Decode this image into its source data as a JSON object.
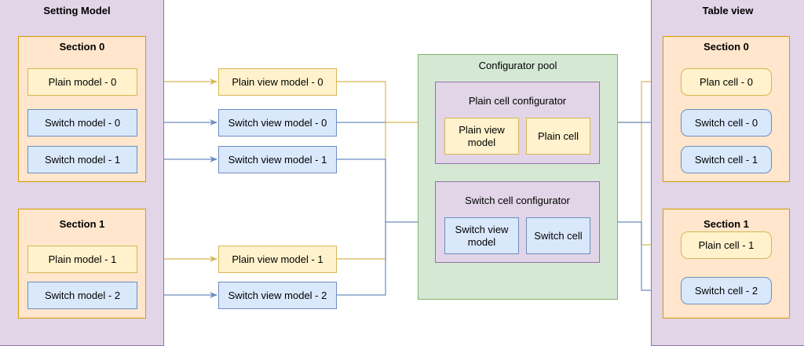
{
  "setting_model": {
    "title": "Setting Model",
    "section0": {
      "title": "Section 0",
      "items": [
        "Plain model - 0",
        "Switch model - 0",
        "Switch model - 1"
      ]
    },
    "section1": {
      "title": "Section 1",
      "items": [
        "Plain model - 1",
        "Switch model - 2"
      ]
    }
  },
  "view_models": [
    "Plain view model - 0",
    "Switch view model - 0",
    "Switch view model - 1",
    "Plain view model - 1",
    "Switch view model - 2"
  ],
  "configurator_pool": {
    "title": "Configurator pool",
    "plain": {
      "title": "Plain cell configurator",
      "view_model": "Plain view model",
      "cell": "Plain cell"
    },
    "switch": {
      "title": "Switch cell configurator",
      "view_model": "Switch view model",
      "cell": "Switch cell"
    }
  },
  "table_view": {
    "title": "Table view",
    "section0": {
      "title": "Section 0",
      "cells": [
        "Plan cell - 0",
        "Switch cell - 0",
        "Switch cell - 1"
      ]
    },
    "section1": {
      "title": "Section 1",
      "cells": [
        "Plain cell - 1",
        "Switch cell - 2"
      ]
    }
  },
  "colors": {
    "yellow_edge": "#d6b656",
    "blue_edge": "#6c8ebf"
  }
}
